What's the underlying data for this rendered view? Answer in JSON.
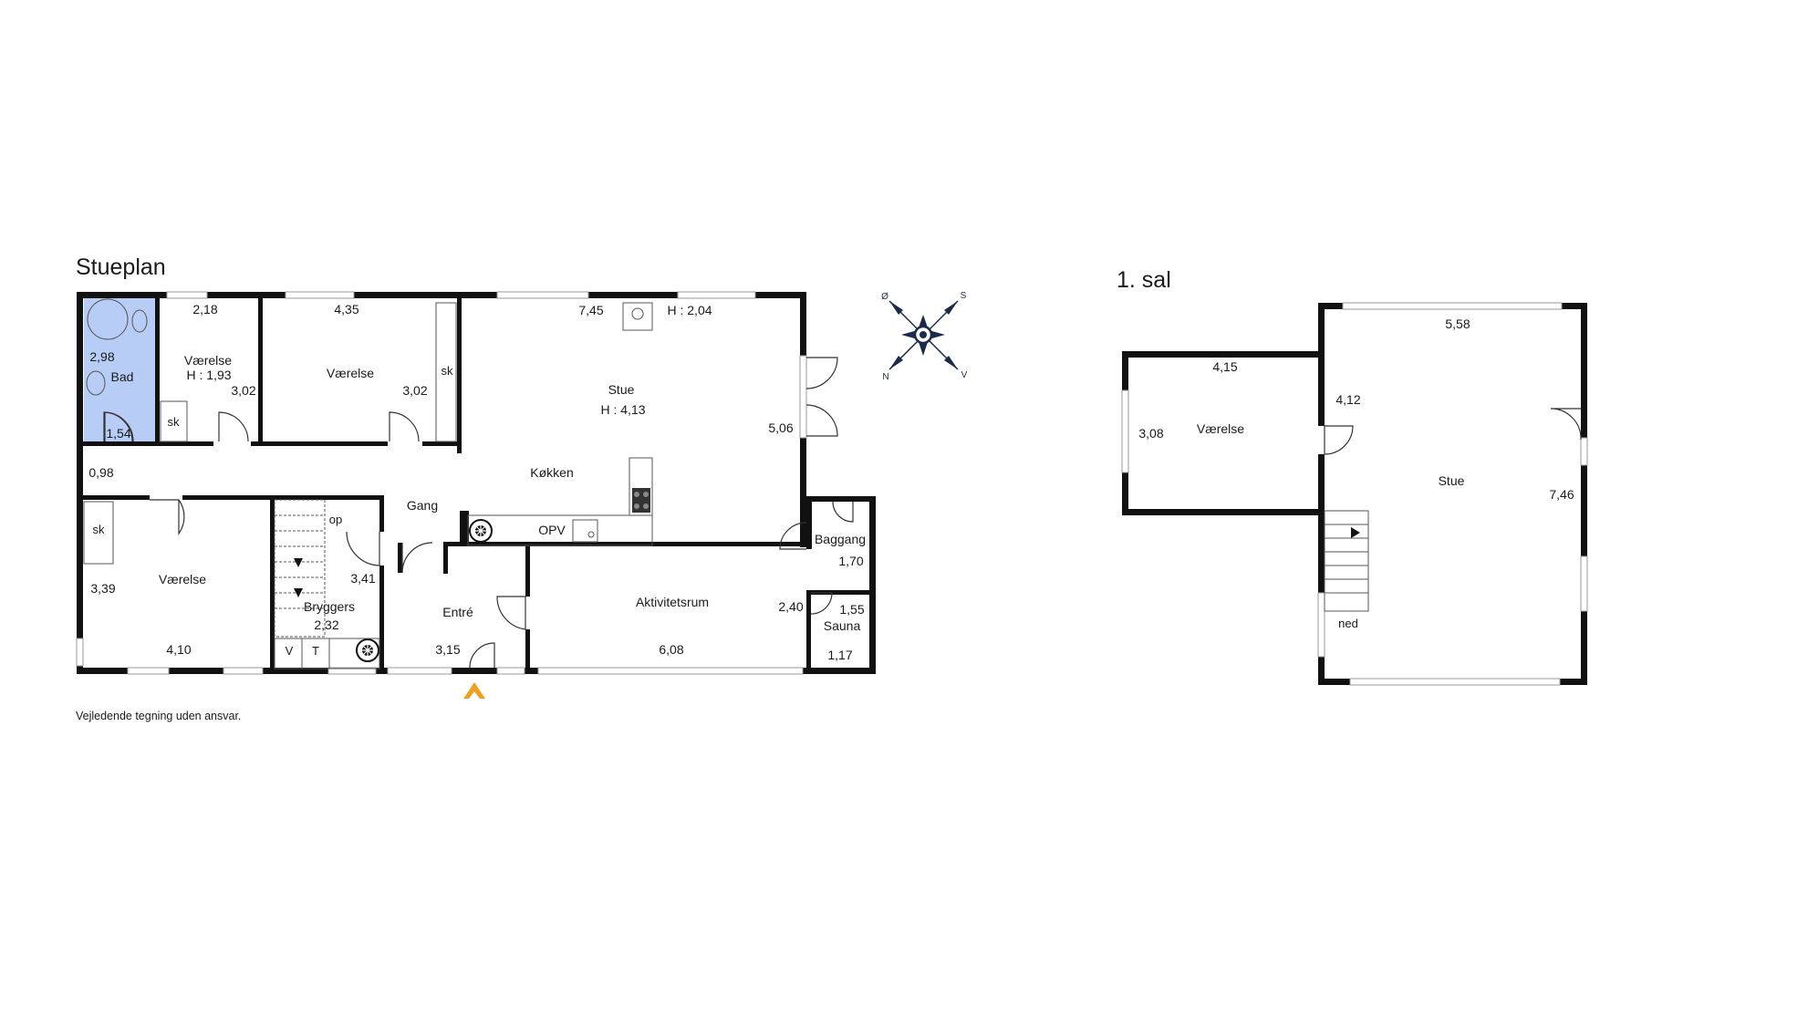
{
  "stueplan": {
    "title": "Stueplan",
    "rooms": {
      "bad": {
        "name": "Bad",
        "dim_a": "2,98",
        "dim_b": "1,54",
        "color": "#b7cdf6"
      },
      "vaerelse_small": {
        "name": "Værelse",
        "height": "H : 1,93",
        "dim_top": "2,18",
        "dim_side": "3,02"
      },
      "vaerelse_mid": {
        "name": "Værelse",
        "dim_top": "4,35",
        "dim_side": "3,02"
      },
      "stue": {
        "name": "Stue",
        "height": "H : 4,13",
        "dim_top": "7,45",
        "height2": "H : 2,04",
        "dim_side": "5,06"
      },
      "koekken": {
        "name": "Køkken"
      },
      "gang": {
        "name": "Gang"
      },
      "vaerelse_lower": {
        "name": "Værelse",
        "dim_side": "3,39",
        "dim_bottom": "4,10"
      },
      "bryggers": {
        "name": "Bryggers",
        "dim_a": "2,32",
        "dim_b": "3,41"
      },
      "entre": {
        "name": "Entré",
        "dim": "3,15"
      },
      "aktivitetsrum": {
        "name": "Aktivitetsrum",
        "dim_bottom": "6,08",
        "dim_side": "2,40"
      },
      "baggang": {
        "name": "Baggang",
        "dim": "1,70"
      },
      "sauna": {
        "name": "Sauna",
        "dim_a": "1,55",
        "dim_b": "1,17"
      }
    },
    "misc": {
      "hall_width": "0,98",
      "closet_label": "sk",
      "stairs_up": "op",
      "dishwasher": "OPV",
      "washer": "V",
      "dryer": "T"
    },
    "disclaimer": "Vejledende tegning uden ansvar.",
    "entrance_marker_color": "#f0a020"
  },
  "compass": {
    "letters": {
      "o": "Ø",
      "s": "S",
      "n": "N",
      "v": "V"
    },
    "color": "#1a2a4a"
  },
  "first_floor": {
    "title": "1. sal",
    "rooms": {
      "vaerelse": {
        "name": "Værelse",
        "dim_top": "4,15",
        "dim_side": "3,08",
        "dim_door": "4,12"
      },
      "stue": {
        "name": "Stue",
        "dim_top": "5,58",
        "dim_side": "7,46"
      }
    },
    "stairs_down": "ned"
  }
}
